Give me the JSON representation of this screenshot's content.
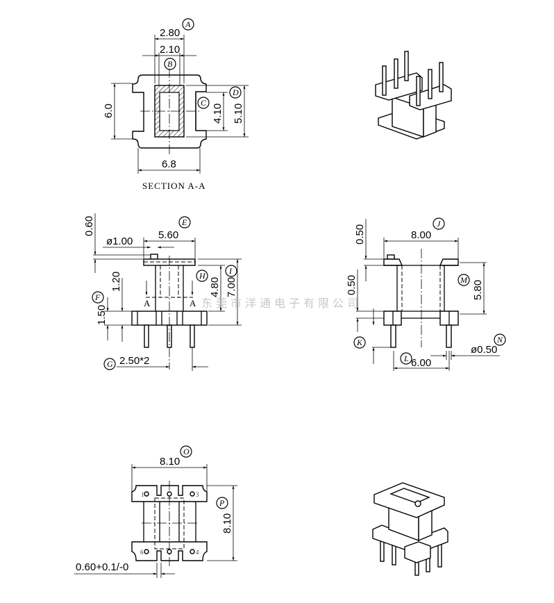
{
  "section_view": {
    "title": "SECTION A-A",
    "dims": {
      "a_outer": "2.80",
      "b_inner": "2.10",
      "height": "6.0",
      "width": "6.8",
      "c_inner": "4.10",
      "d_outer": "5.10"
    },
    "labels": {
      "a": "A",
      "b": "B",
      "c": "C",
      "d": "D"
    }
  },
  "front_view": {
    "dims": {
      "flange_thk": "0.60",
      "pin_dia": "ø1.00",
      "top_width": "5.60",
      "gap": "1.20",
      "base_thk": "1.50",
      "inner_h": "4.80",
      "total_h": "7.00",
      "pitch": "2.50*2"
    },
    "labels": {
      "e": "E",
      "f": "F",
      "g": "G",
      "h": "H",
      "i": "I"
    },
    "section_marks": [
      "A",
      "A"
    ]
  },
  "side_view": {
    "dims": {
      "top_thk": "0.50",
      "bar_thk": "0.50",
      "width": "8.00",
      "height": "5.80",
      "pin_span": "6.00",
      "pin_dia": "ø0.50"
    },
    "labels": {
      "j": "J",
      "k": "K",
      "l": "L",
      "m": "M",
      "n": "N"
    }
  },
  "bottom_view": {
    "dims": {
      "width": "8.10",
      "depth": "8.10",
      "slot": "0.60+0.1/-0"
    },
    "labels": {
      "o": "O",
      "p": "P"
    },
    "pin_numbers": [
      "1",
      "3",
      "6",
      "4"
    ]
  },
  "watermark": "东莞市洋通电子有限公司"
}
